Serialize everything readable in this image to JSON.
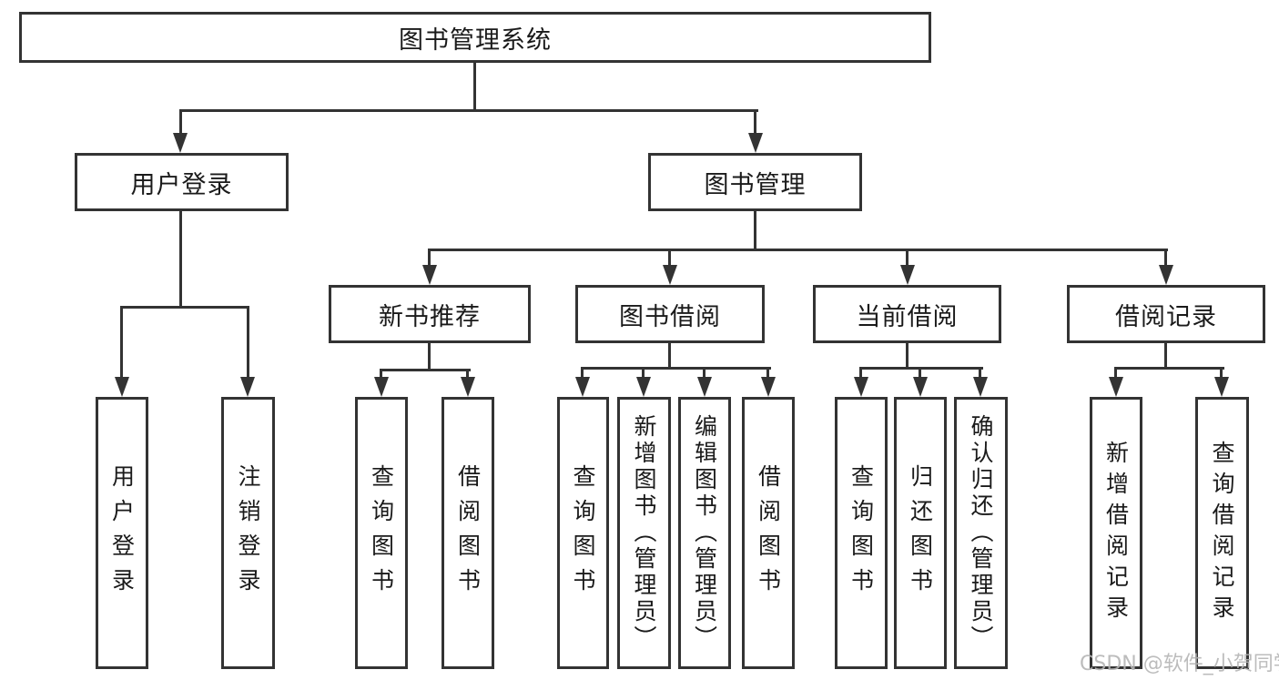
{
  "diagram": {
    "root": {
      "label": "图书管理系统"
    },
    "level2": [
      {
        "label": "用户登录"
      },
      {
        "label": "图书管理"
      }
    ],
    "level3": [
      {
        "label": "新书推荐"
      },
      {
        "label": "图书借阅"
      },
      {
        "label": "当前借阅"
      },
      {
        "label": "借阅记录"
      }
    ],
    "leaves": {
      "user": [
        "用户登录",
        "注销登录"
      ],
      "recommend": [
        "查询图书",
        "借阅图书"
      ],
      "borrow": [
        "查询图书",
        "新增图书（管理员）",
        "编辑图书（管理员）",
        "借阅图书"
      ],
      "current": [
        "查询图书",
        "归还图书",
        "确认归还（管理员）"
      ],
      "records": [
        "新增借阅记录",
        "查询借阅记录"
      ]
    }
  },
  "watermark": "CSDN @软件_小贺同学",
  "colors": {
    "line": "#333333",
    "text": "#1a1a1a",
    "watermark": "#b5b5b5",
    "background": "#ffffff"
  }
}
